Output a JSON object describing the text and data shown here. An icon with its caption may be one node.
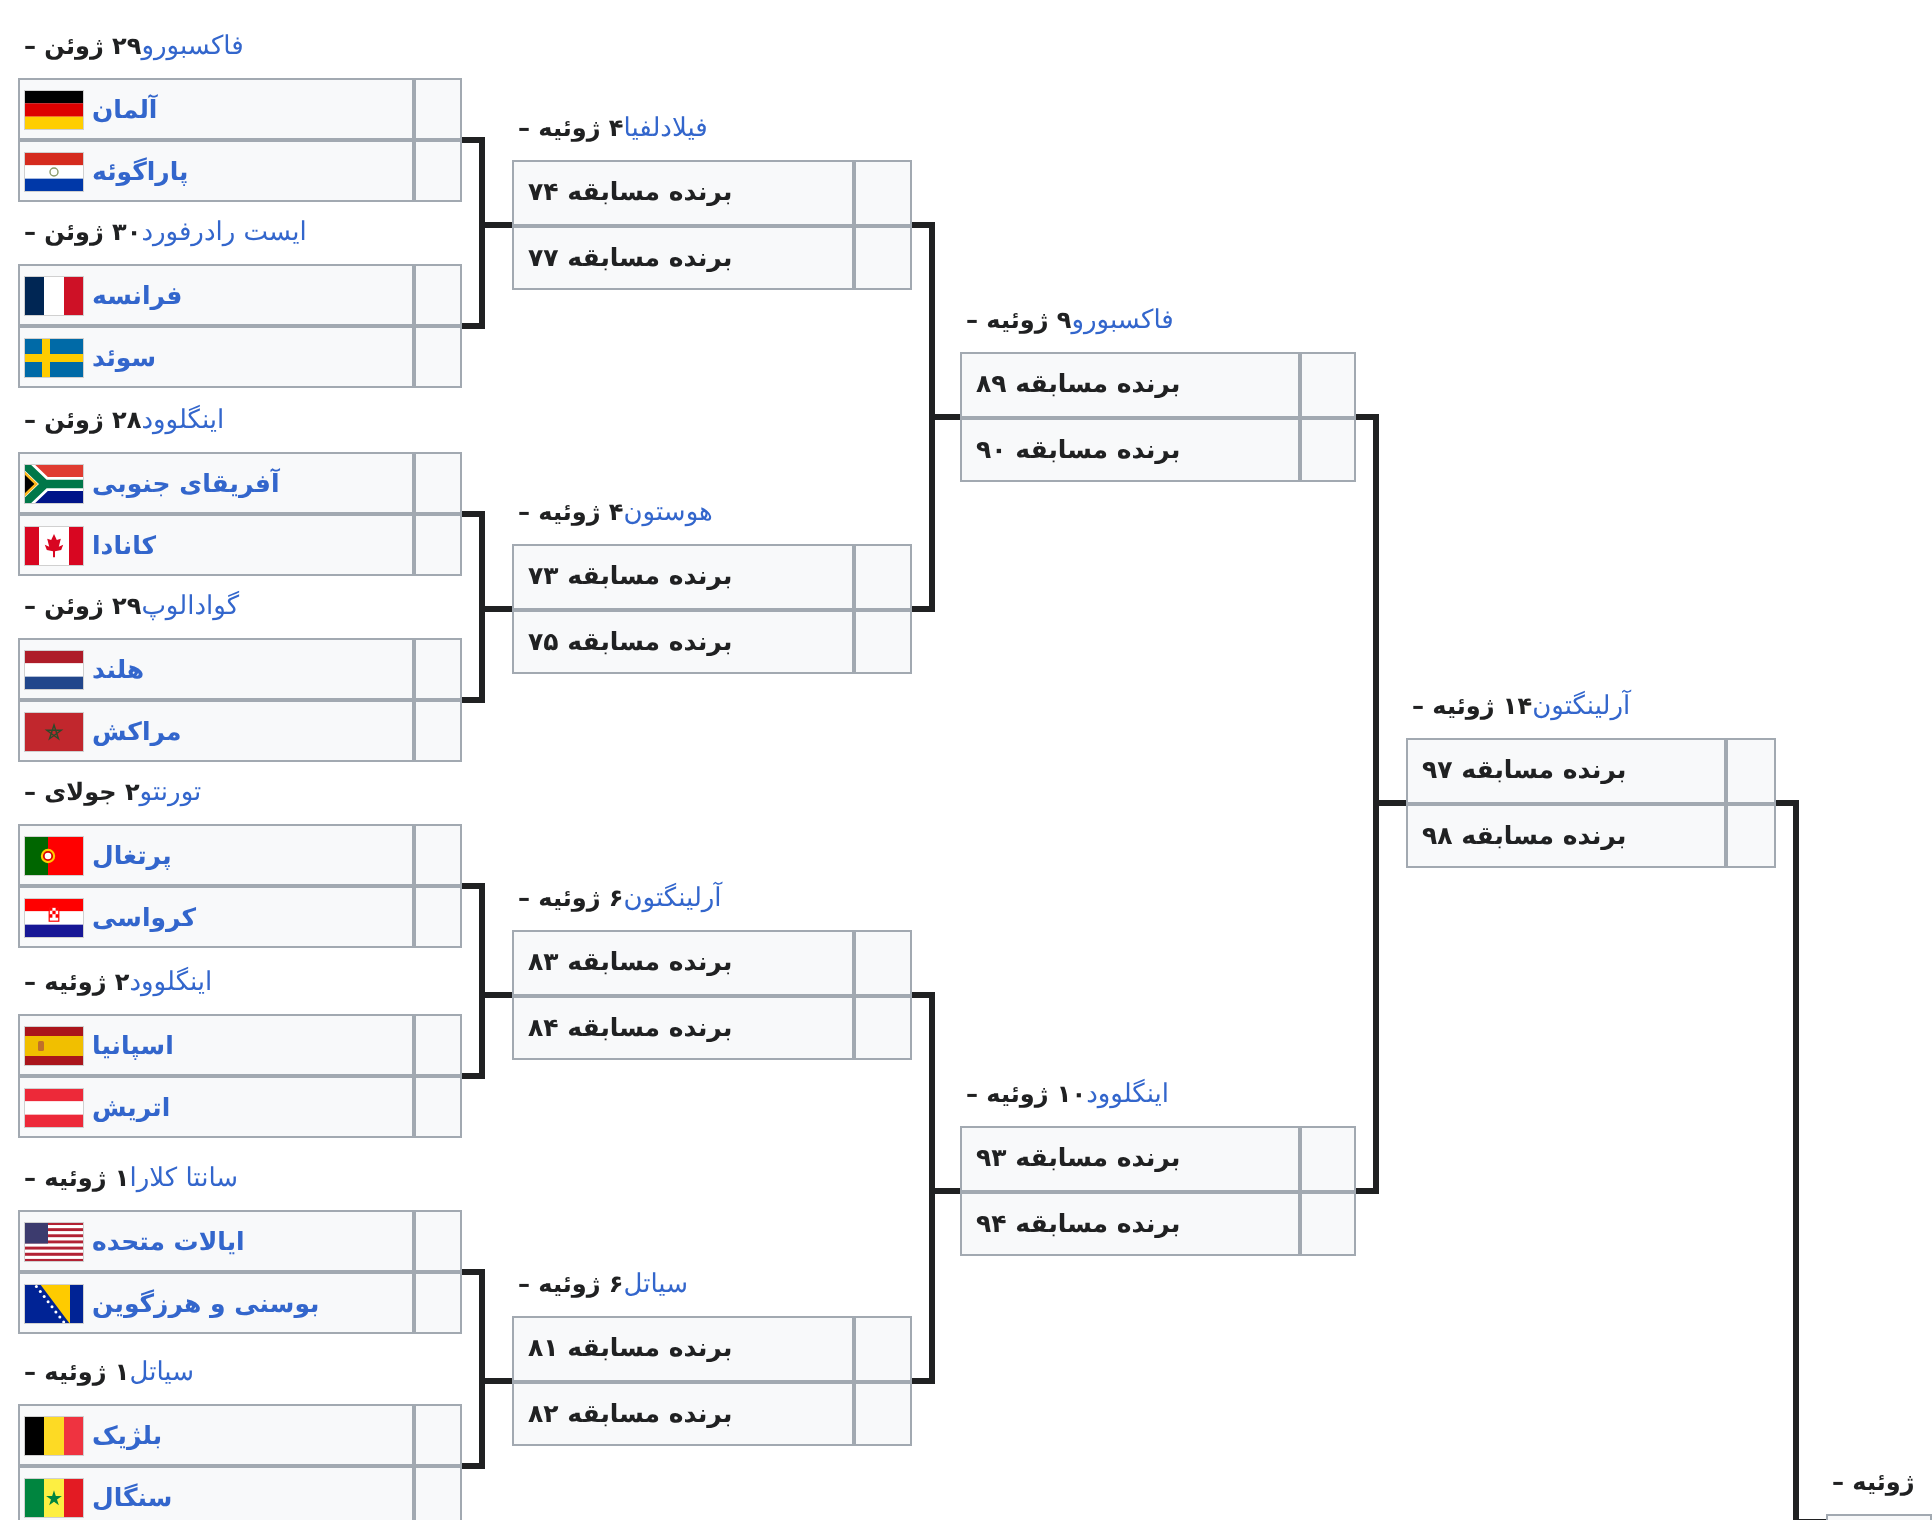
{
  "diagram": {
    "nodes": [
      {
        "text": [
          "فاکسبورو",
          "۲۹ ژوئن –"
        ]
      },
      {
        "text": [
          "آلمان"
        ],
        "in": 0
      },
      {
        "text": [
          "پاراگوئه"
        ],
        "in": 0
      },
      {
        "text": [
          "ایست رادرفورد",
          "۳۰ ژوئن –"
        ]
      },
      {
        "text": [
          "فرانسه"
        ],
        "in": 3
      },
      {
        "text": [
          "سوئد"
        ],
        "in": 3
      },
      {
        "text": [
          "اینگلوود",
          "۲۸ ژوئن –"
        ]
      },
      {
        "text": [
          "آفریقای جنوبی"
        ],
        "in": 6
      },
      {
        "text": [
          "کانادا"
        ],
        "in": 6
      },
      {
        "text": [
          "گوادالوپ",
          "۲۹ ژوئن –"
        ]
      },
      {
        "text": [
          "هلند"
        ],
        "in": 9
      },
      {
        "text": [
          "مراکش"
        ],
        "in": 9
      },
      {
        "text": [
          "تورنتو",
          "۲ جولای –"
        ]
      },
      {
        "text": [
          "پرتغال"
        ],
        "in": 12
      },
      {
        "text": [
          "کرواسی"
        ],
        "in": 12
      },
      {
        "text": [
          "اینگلوود",
          "۲ ژوئیه –"
        ]
      },
      {
        "text": [
          "اسپانیا"
        ],
        "in": 15
      },
      {
        "text": [
          "اتریش"
        ],
        "in": 15
      },
      {
        "text": [
          "سانتا کلارا",
          "۱ ژوئیه –"
        ]
      },
      {
        "text": [
          "ایالات متحده"
        ],
        "in": 18
      },
      {
        "text": [
          "بوسنی و هرزگوین"
        ],
        "in": 18
      },
      {
        "text": [
          "سیاتل",
          "۱ ژوئیه –"
        ]
      },
      {
        "text": [
          "بلژیک"
        ],
        "in": 21
      },
      {
        "text": [
          "سنگال"
        ],
        "in": 21
      },
      {
        "text": [
          "فیلادلفیا",
          "۴ ژوئیه –"
        ]
      },
      {
        "text": [
          "برنده مسابقه ۷۴"
        ],
        "in": 24
      },
      {
        "text": [
          "برنده مسابقه ۷۷"
        ],
        "in": 24
      },
      {
        "text": [
          "هوستون",
          "۴ ژوئیه –"
        ]
      },
      {
        "text": [
          "برنده مسابقه ۷۳"
        ],
        "in": 27
      },
      {
        "text": [
          "برنده مسابقه ۷۵"
        ],
        "in": 27
      },
      {
        "text": [
          "آرلینگتون",
          "۶ ژوئیه –"
        ]
      },
      {
        "text": [
          "برنده مسابقه ۸۳"
        ],
        "in": 30
      },
      {
        "text": [
          "برنده مسابقه ۸۴"
        ],
        "in": 30
      },
      {
        "text": [
          "سیاتل",
          "۶ ژوئیه –"
        ]
      },
      {
        "text": [
          "برنده مسابقه ۸۱"
        ],
        "in": 33
      },
      {
        "text": [
          "برنده مسابقه ۸۲"
        ],
        "in": 33
      },
      {
        "text": [
          "فاکسبورو",
          "۹ ژوئیه –"
        ]
      },
      {
        "text": [
          "برنده مسابقه ۸۹"
        ],
        "in": 36
      },
      {
        "text": [
          "برنده مسابقه ۹۰"
        ],
        "in": 36
      },
      {
        "text": [
          "اینگلوود",
          "۱۰ ژوئیه –"
        ]
      },
      {
        "text": [
          "برنده مسابقه ۹۳"
        ],
        "in": 39
      },
      {
        "text": [
          "برنده مسابقه ۹۴"
        ],
        "in": 39
      },
      {
        "text": [
          "آرلینگتون",
          "۱۴ ژوئیه –"
        ]
      },
      {
        "text": [
          "برنده مسابقه ۹۷"
        ],
        "in": 42
      },
      {
        "text": [
          "برنده مسابقه ۹۸"
        ],
        "in": 42
      },
      {
        "text": [
          "ژوئیه –"
        ]
      },
      {
        "text": [],
        "shape": "box",
        "in": 45
      }
    ],
    "edges": [
      {
        "from": 0,
        "to": 24,
        "arrow": "none"
      },
      {
        "from": 3,
        "to": 24,
        "arrow": "none"
      },
      {
        "from": 6,
        "to": 27,
        "arrow": "none"
      },
      {
        "from": 9,
        "to": 27,
        "arrow": "none"
      },
      {
        "from": 12,
        "to": 30,
        "arrow": "none"
      },
      {
        "from": 15,
        "to": 30,
        "arrow": "none"
      },
      {
        "from": 18,
        "to": 33,
        "arrow": "none"
      },
      {
        "from": 21,
        "to": 33,
        "arrow": "none"
      },
      {
        "from": 24,
        "to": 36,
        "arrow": "none"
      },
      {
        "from": 27,
        "to": 36,
        "arrow": "none"
      },
      {
        "from": 30,
        "to": 39,
        "arrow": "none"
      },
      {
        "from": 33,
        "to": 39,
        "arrow": "none"
      },
      {
        "from": 36,
        "to": 42,
        "arrow": "none"
      },
      {
        "from": 39,
        "to": 42,
        "arrow": "none"
      },
      {
        "from": 42,
        "to": 45,
        "arrow": "none"
      }
    ]
  }
}
